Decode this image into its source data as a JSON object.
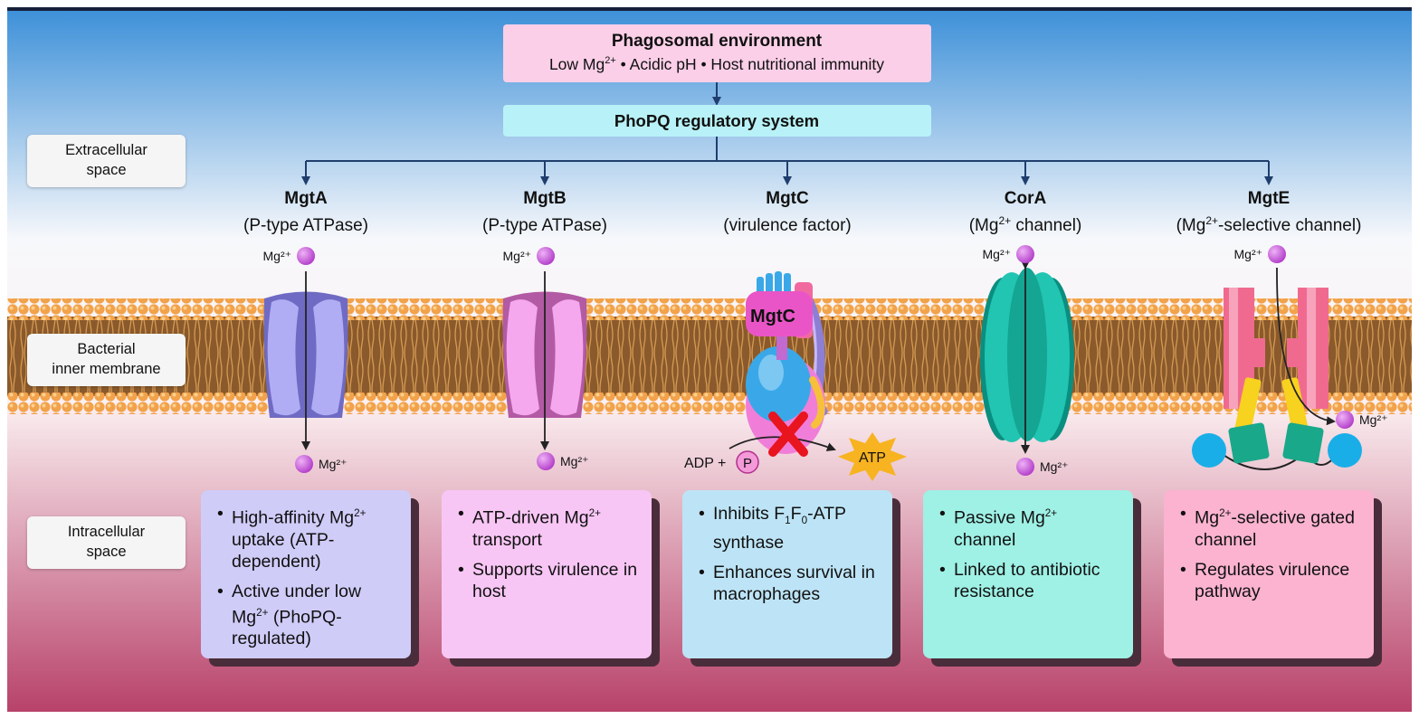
{
  "header": {
    "title": "Phagosomal environment",
    "subtitle_html": "Low Mg<sup>2+</sup> • Acidic pH • Host nutritional immunity",
    "regulator": "PhoPQ regulatory system"
  },
  "side_labels": [
    "Extracellular\nspace",
    "Bacterial\ninner membrane",
    "Intracellular\nspace"
  ],
  "ion_label": "Mg²⁺",
  "proteins": [
    {
      "name": "MgtA",
      "type": "(P-type ATPase)",
      "color": "#a9a5f0",
      "bullets_html": [
        "High-affinity Mg<sup>2+</sup> uptake (ATP-dependent)",
        "Active under low Mg<sup>2+</sup> (PhoPQ-regulated)"
      ],
      "box_color": "#cfccf8"
    },
    {
      "name": "MgtB",
      "type": "(P-type ATPase)",
      "color": "#f29ae8",
      "bullets_html": [
        "ATP-driven Mg<sup>2+</sup> transport",
        "Supports virulence in host"
      ],
      "box_color": "#f8c6f5"
    },
    {
      "name": "MgtC",
      "type": "(virulence factor)",
      "color": "#3aa8e8",
      "bullets_html": [
        "Inhibits F<sub>1</sub>F<sub>0</sub>-ATP synthase",
        "Enhances survival in macrophages"
      ],
      "box_color": "#bde4f6"
    },
    {
      "name": "CorA",
      "type_html": "(Mg<sup>2+</sup> channel)",
      "color": "#16b8a6",
      "bullets_html": [
        "Passive Mg<sup>2+</sup> channel",
        "Linked to antibiotic resistance"
      ],
      "box_color": "#9ff0e5"
    },
    {
      "name": "MgtE",
      "type_html": "(Mg<sup>2+</sup>-selective channel)",
      "color": "#f16b92",
      "bullets_html": [
        "Mg<sup>2+</sup>-selective gated channel",
        "Regulates virulence pathway"
      ],
      "box_color": "#fbb3cf"
    }
  ],
  "mgtc_label": "MgtC",
  "adp_label": "ADP +",
  "p_label": "P",
  "atp_label": "ATP",
  "colors": {
    "sky_top": "#3b8fd8",
    "bottom": "#b8426a",
    "arrow": "#1f3e6e",
    "ion": "#c84fd8",
    "inhibit": "#e8141e"
  }
}
